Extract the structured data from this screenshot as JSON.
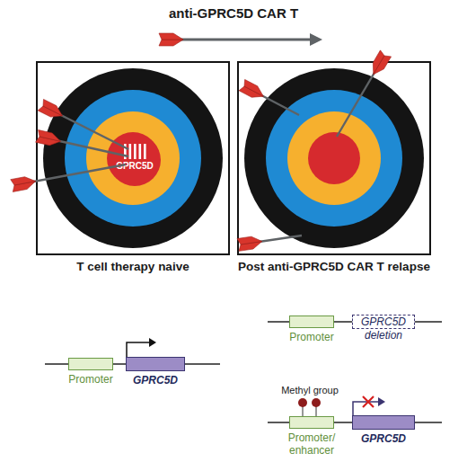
{
  "diagram": {
    "title": "anti-GPRC5D CAR T",
    "nodes": [
      {
        "text": [
          "T cell therapy naive"
        ]
      },
      {
        "text": [
          "GPRC5D"
        ],
        "in": 0
      },
      {
        "text": [
          "Post anti-GPRC5D CAR T relapse"
        ]
      },
      {
        "text": [
          "Promoter"
        ]
      },
      {
        "text": [
          "GPRC5D deletion"
        ]
      },
      {
        "text": [
          "Promoter"
        ]
      },
      {
        "text": [
          "GPRC5D"
        ]
      },
      {
        "text": [
          "Promoter/ enhancer"
        ]
      },
      {
        "text": [
          "GPRC5D"
        ]
      }
    ],
    "labels": [
      "Methyl group"
    ]
  }
}
